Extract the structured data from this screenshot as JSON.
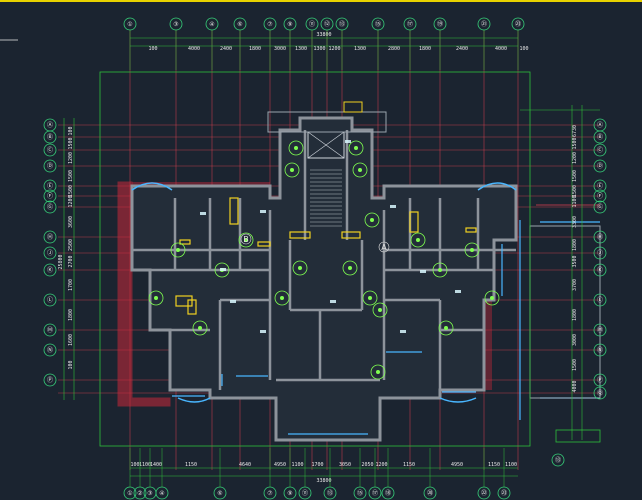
{
  "drawing": {
    "colors": {
      "background": "#1b2430",
      "wall": "#8d939b",
      "grid_red": "#e04050",
      "dim_green": "#2fbf3a",
      "bubble": "#37d07a",
      "window_blue": "#49b6ff",
      "balcony_red": "#c8283a",
      "fixture_yellow": "#f0d020",
      "fixture_green": "#7fff50",
      "title_rule": "#e8d200"
    },
    "top_axes": [
      "①",
      "③",
      "④",
      "⑥",
      "⑦",
      "⑨",
      "⑪",
      "⑫",
      "⑬",
      "⑮",
      "⑰",
      "⑲",
      "㉑",
      "㉓"
    ],
    "bottom_axes": [
      "①",
      "②",
      "③",
      "④",
      "⑥",
      "⑦",
      "⑨",
      "⑪",
      "⑬",
      "⑮",
      "⑰",
      "⑱",
      "⑳",
      "㉒",
      "㉓"
    ],
    "left_axes": [
      "Ⓐ",
      "Ⓑ",
      "Ⓒ",
      "Ⓓ",
      "Ⓔ",
      "Ⓕ",
      "Ⓖ",
      "Ⓗ",
      "Ⓙ",
      "Ⓚ",
      "Ⓛ",
      "Ⓜ",
      "Ⓝ",
      "Ⓟ"
    ],
    "right_axes": [
      "Ⓐ",
      "Ⓑ",
      "Ⓒ",
      "Ⓓ",
      "Ⓔ",
      "Ⓕ",
      "Ⓖ",
      "Ⓗ",
      "Ⓙ",
      "Ⓚ",
      "Ⓛ",
      "Ⓜ",
      "Ⓝ",
      "Ⓟ",
      "Ⓠ"
    ],
    "top_dims": [
      "100",
      "4000",
      "2400",
      "1800",
      "3000",
      "1300",
      "1300",
      "1200",
      "1300",
      "2800",
      "1800",
      "2400",
      "4000",
      "100"
    ],
    "top_total": "33800",
    "bottom_dims": [
      "100",
      "1100",
      "1400",
      "1150",
      "4640",
      "4950",
      "1100",
      "1700",
      "3050",
      "2050",
      "1200",
      "1150",
      "4950",
      "1150",
      "1100"
    ],
    "bottom_total": "33800",
    "left_dims": [
      "100",
      "1500",
      "1200",
      "1500",
      "1500",
      "1200",
      "3600",
      "2500",
      "2700",
      "1700",
      "1800",
      "1600",
      "100"
    ],
    "left_total": "25800",
    "right_dims": [
      "6730",
      "1500",
      "1200",
      "1500",
      "1500",
      "1100",
      "3300",
      "1800",
      "3500",
      "3700",
      "1800",
      "3000",
      "1500",
      "4000"
    ],
    "room_labels": [
      "B",
      "A"
    ]
  }
}
